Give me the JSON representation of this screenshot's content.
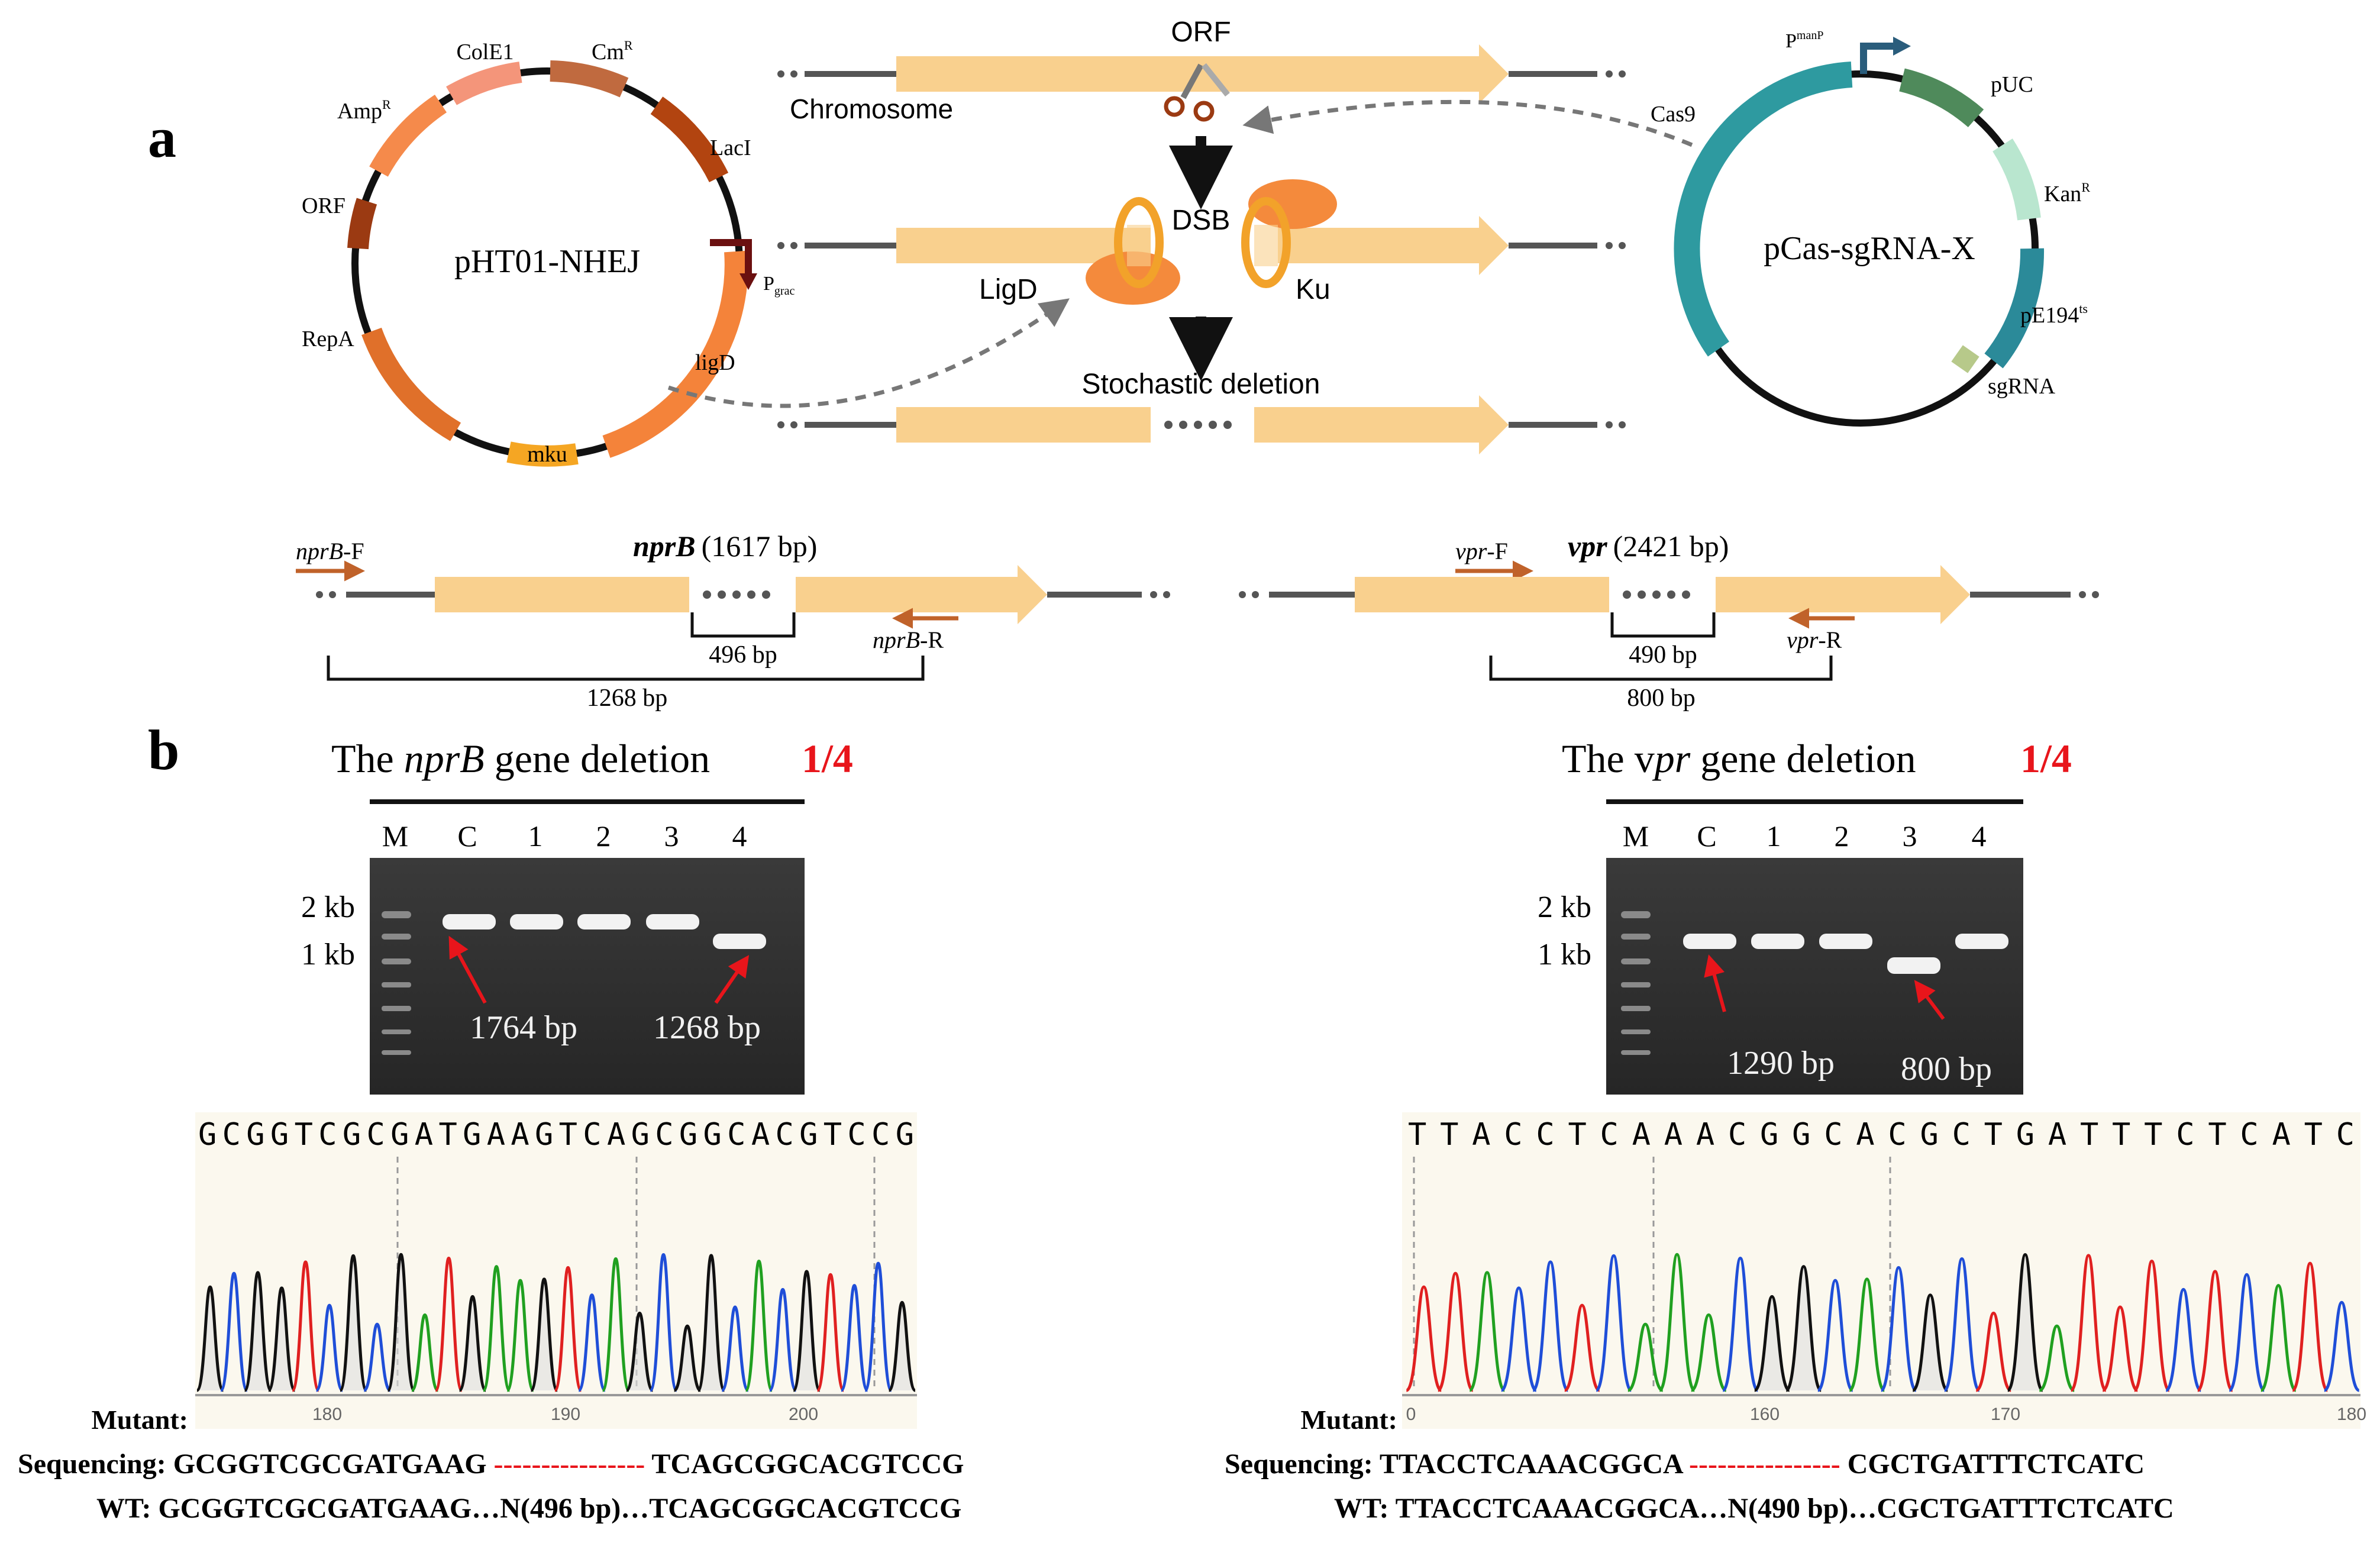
{
  "panel_labels": {
    "a": "a",
    "b": "b"
  },
  "plasmid_left": {
    "name": "pHT01-NHEJ",
    "features": {
      "cole1": "ColE1",
      "cmr_base": "Cm",
      "cmr_sup": "R",
      "lacI": "LacI",
      "ampr_base": "Amp",
      "ampr_sup": "R",
      "orf": "ORF",
      "repa": "RepA",
      "pgrac_base": "P",
      "pgrac_sub": "grac",
      "ligd": "ligD",
      "mku": "mku"
    }
  },
  "plasmid_right": {
    "name": "pCas-sgRNA-X",
    "features": {
      "pmanp_base": "P",
      "pmanp_sub": "manP",
      "puc": "pUC",
      "cas9": "Cas9",
      "kanr_base": "Kan",
      "kanr_sup": "R",
      "pe194_base": "pE194",
      "pe194_sup": "ts",
      "sgrna": "sgRNA"
    }
  },
  "mechanism": {
    "orf": "ORF",
    "chromosome": "Chromosome",
    "dsb": "DSB",
    "ligd": "LigD",
    "ku": "Ku",
    "deletion": "Stochastic deletion"
  },
  "loci": {
    "nprb": {
      "primer_f_it": "nprB",
      "primer_f_sfx": "-F",
      "gene_it": "nprB",
      "gene_len": "(1617 bp)",
      "del_len": "496 bp",
      "primer_r_it": "nprB",
      "primer_r_sfx": "-R",
      "amp_len": "1268 bp"
    },
    "vpr": {
      "primer_f_it": "vpr",
      "primer_f_sfx": "-F",
      "gene_it": "vpr",
      "gene_len": "(2421 bp)",
      "del_len": "490 bp",
      "primer_r_it": "vpr",
      "primer_r_sfx": "-R",
      "amp_len": "800 bp"
    }
  },
  "gels": {
    "nprb": {
      "title_pre": "The ",
      "title_it": "nprB",
      "title_post": " gene deletion",
      "ratio": "1/4",
      "lanes": [
        "M",
        "C",
        "1",
        "2",
        "3",
        "4"
      ],
      "markers": [
        "2 kb",
        "1 kb"
      ],
      "band_labels": [
        "1764 bp",
        "1268 bp"
      ]
    },
    "vpr": {
      "title_pre": "The v",
      "title_it": "pr",
      "title_post": " gene deletion",
      "ratio": "1/4",
      "lanes": [
        "M",
        "C",
        "1",
        "2",
        "3",
        "4"
      ],
      "markers": [
        "2 kb",
        "1 kb"
      ],
      "band_labels": [
        "1290 bp",
        "800 bp"
      ]
    }
  },
  "chromatograms": {
    "nprb": {
      "bases": "GCGGTCGCGATGAAGTCAGCGGCACGTCCG",
      "ticks": [
        "180",
        "190",
        "200"
      ],
      "mutant_label": "Mutant:",
      "seq_label": "Sequencing:",
      "seq_left": "GCGGTCGCGATGAAG",
      "seq_gap": "----------------",
      "seq_right": "TCAGCGGCACGTCCG",
      "wt_label": "WT:",
      "wt_seq": "GCGGTCGCGATGAAG…N(496 bp)…TCAGCGGCACGTCCG"
    },
    "vpr": {
      "bases": "TTACCTCAAACGGCACGCTGATTTCTCATC",
      "ticks": [
        "0",
        "160",
        "170",
        "180"
      ],
      "mutant_label": "Mutant:",
      "seq_label": "Sequencing:",
      "seq_left": "TTACCTCAAACGGCA",
      "seq_gap": "----------------",
      "seq_right": "CGCTGATTTCTCATC",
      "wt_label": "WT:",
      "wt_seq": "TTACCTCAAACGGCA…N(490 bp)…CGCTGATTTCTCATC"
    }
  },
  "colors": {
    "gene": "#f9d08e",
    "chrom_line": "#555555",
    "ligD": "#f48a3c",
    "cas9": "#2e9aa0",
    "red_text": "#e8151b",
    "primer": "#c0622a",
    "base_A": "#20a020",
    "base_C": "#1f4ed8",
    "base_G": "#111111",
    "base_T": "#e02020"
  }
}
